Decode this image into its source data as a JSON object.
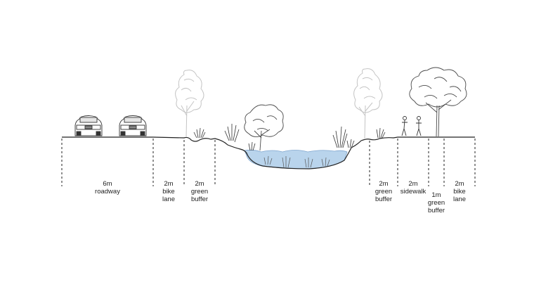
{
  "labels": [
    {
      "id": "roadway",
      "width": "6m",
      "name": [
        "roadway"
      ]
    },
    {
      "id": "bike-lane-l",
      "width": "2m",
      "name": [
        "bike",
        "lane"
      ]
    },
    {
      "id": "green-buf-l",
      "width": "2m",
      "name": [
        "green",
        "buffer"
      ]
    },
    {
      "id": "green-buf-r",
      "width": "2m",
      "name": [
        "green",
        "buffer"
      ]
    },
    {
      "id": "sidewalk",
      "width": "2m",
      "name": [
        "sidewalk"
      ]
    },
    {
      "id": "green-buf-1m",
      "width": "1m",
      "name": [
        "green",
        "buffer"
      ]
    },
    {
      "id": "bike-lane-r",
      "width": "2m",
      "name": [
        "bike",
        "lane"
      ]
    }
  ],
  "colors": {
    "line": "#222222",
    "water": "#b9d4ec",
    "water_edge": "#7fa6cf",
    "tree_faded": "#c4c4c4",
    "tree_dark": "#4a4a4a"
  }
}
